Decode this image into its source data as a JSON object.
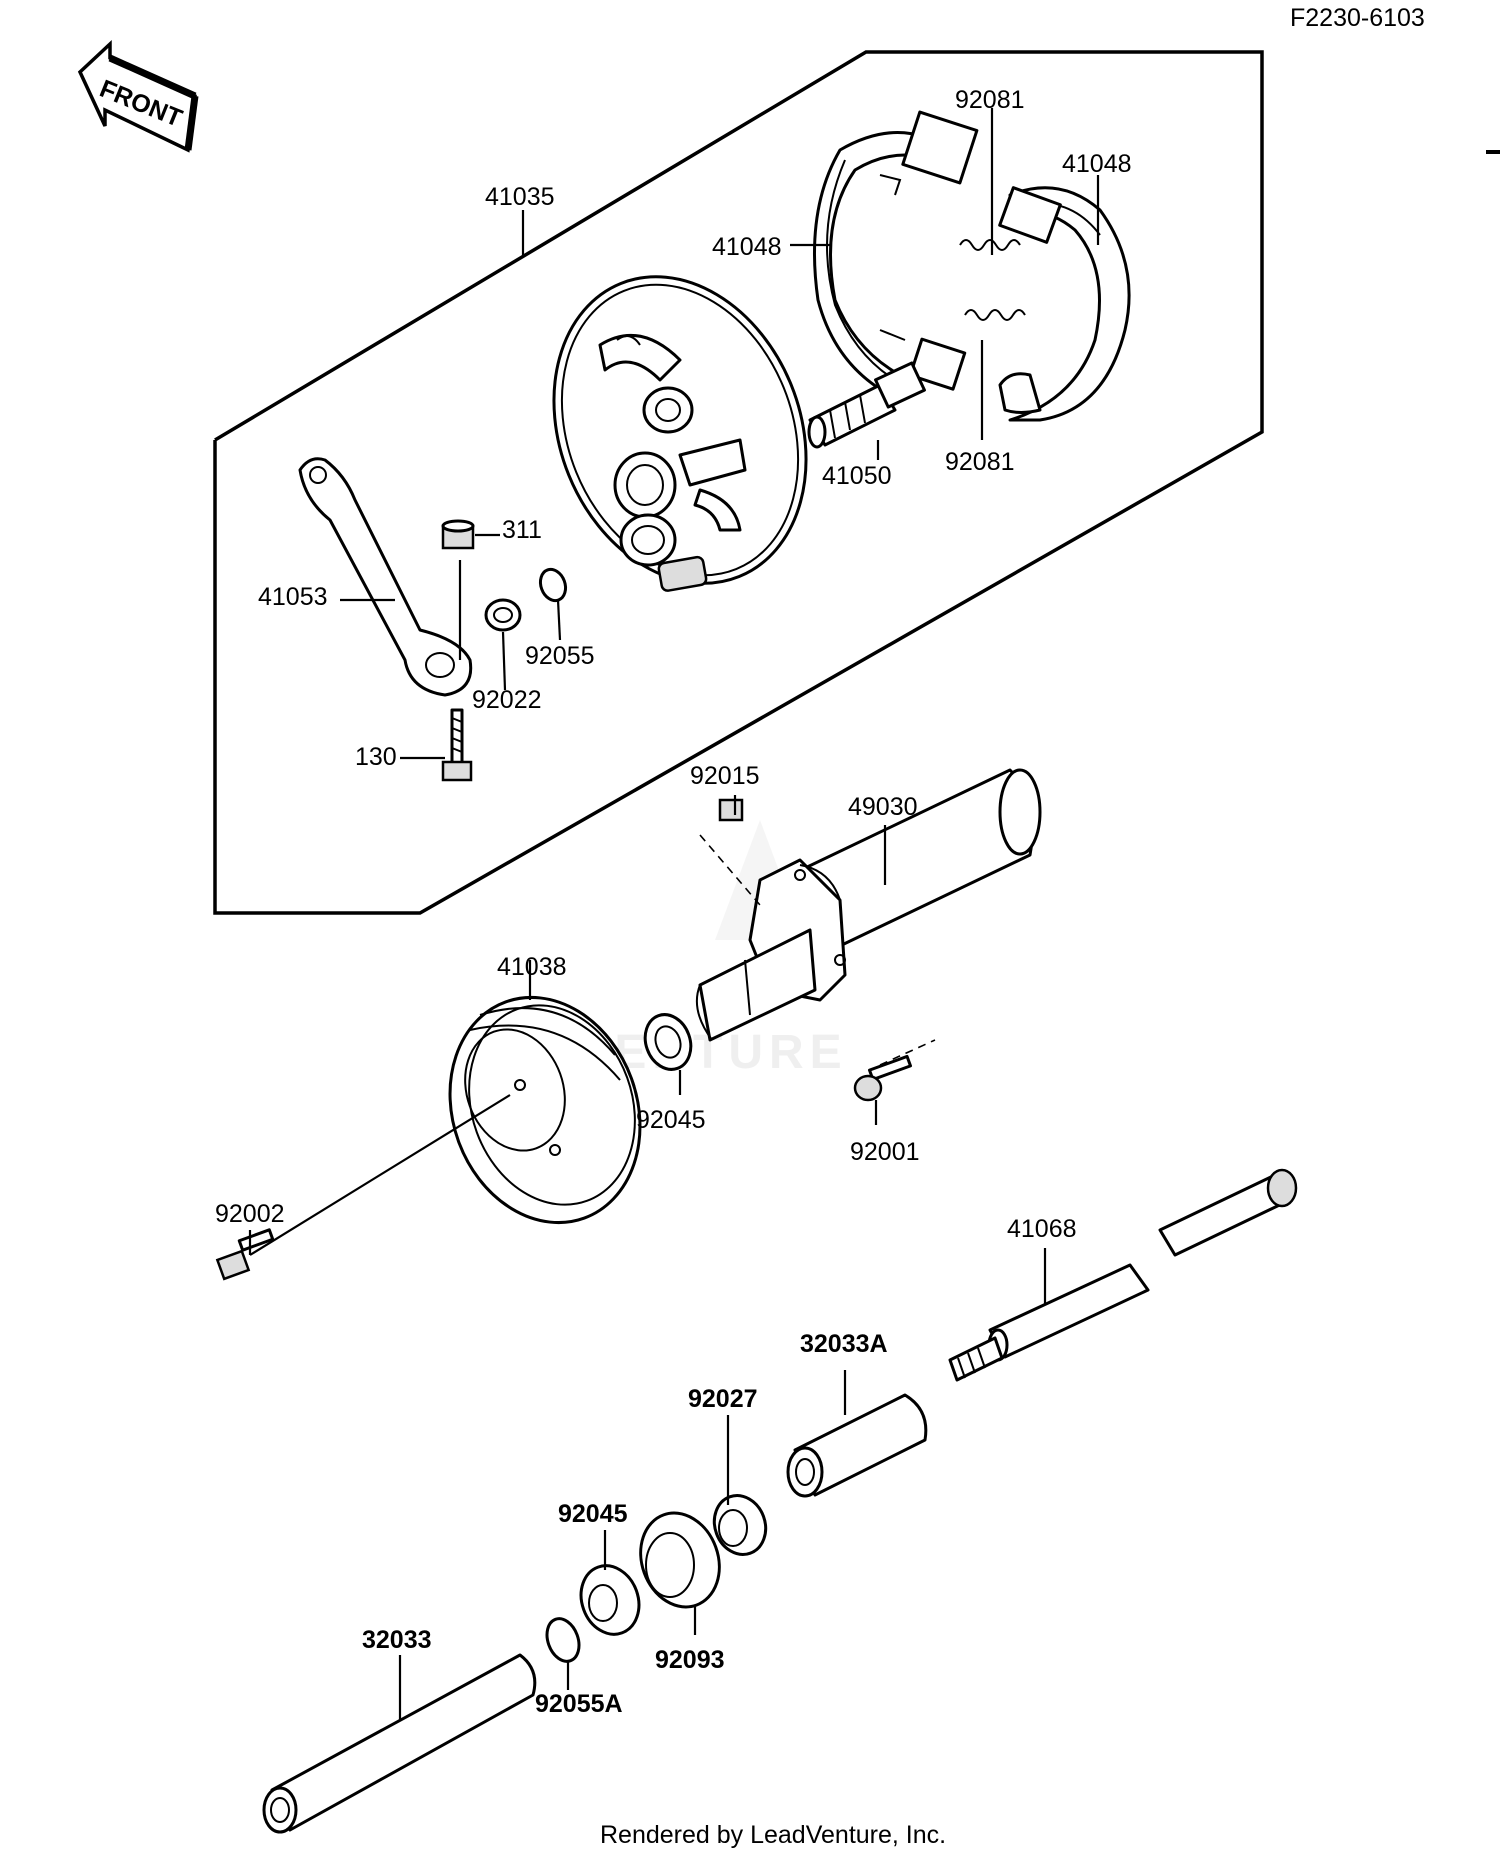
{
  "header": {
    "figure_code": "F2230-6103"
  },
  "front_arrow": {
    "label": "FRONT",
    "icon": "front-direction-arrow-icon"
  },
  "parts": {
    "p41035": "41035",
    "p41048_left": "41048",
    "p41048_right": "41048",
    "p92081_top": "92081",
    "p92081_bottom": "92081",
    "p41050": "41050",
    "p311": "311",
    "p41053": "41053",
    "p92055": "92055",
    "p92022": "92022",
    "p130": "130",
    "p92015": "92015",
    "p49030": "49030",
    "p41038": "41038",
    "p92045_top": "92045",
    "p92001": "92001",
    "p92002": "92002",
    "p41068": "41068",
    "p32033A": "32033A",
    "p92027": "92027",
    "p92045_bottom": "92045",
    "p32033": "32033",
    "p92093": "92093",
    "p92055A": "92055A"
  },
  "watermark": {
    "text": "ADVENTURE",
    "color": "#e6e6e6"
  },
  "footer": {
    "rendered_by": "Rendered by LeadVenture, Inc."
  }
}
